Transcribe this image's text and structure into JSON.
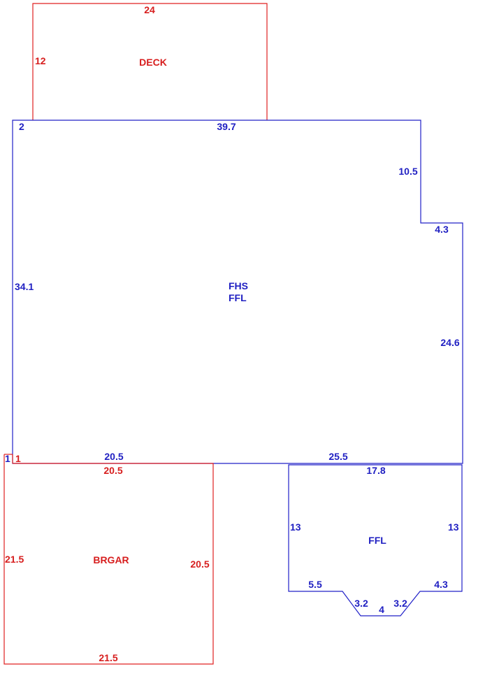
{
  "deck": {
    "name": "DECK",
    "top_len": "24",
    "side_len": "12"
  },
  "house": {
    "name_line1": "FHS",
    "name_line2": "FFL",
    "top_corner": "2",
    "top_len": "39.7",
    "right_upper_len": "10.5",
    "step_len": "4.3",
    "left_len": "34.1",
    "right_lower_len": "24.6",
    "bottom_left_len": "20.5",
    "bottom_right_len": "25.5",
    "corner_a": "1",
    "corner_b": "1"
  },
  "garage": {
    "name": "BRGAR",
    "top_len": "20.5",
    "left_len": "21.5",
    "right_len": "20.5",
    "bottom_len": "21.5"
  },
  "addition": {
    "name": "FFL",
    "top_len": "17.8",
    "left_len": "13",
    "right_len": "13",
    "bottom_left_len": "5.5",
    "bottom_right_len": "4.3",
    "bay_left_len": "3.2",
    "bay_bottom_len": "4",
    "bay_right_len": "3.2"
  },
  "colors": {
    "red": "#e02020",
    "blue": "#2020c8"
  }
}
